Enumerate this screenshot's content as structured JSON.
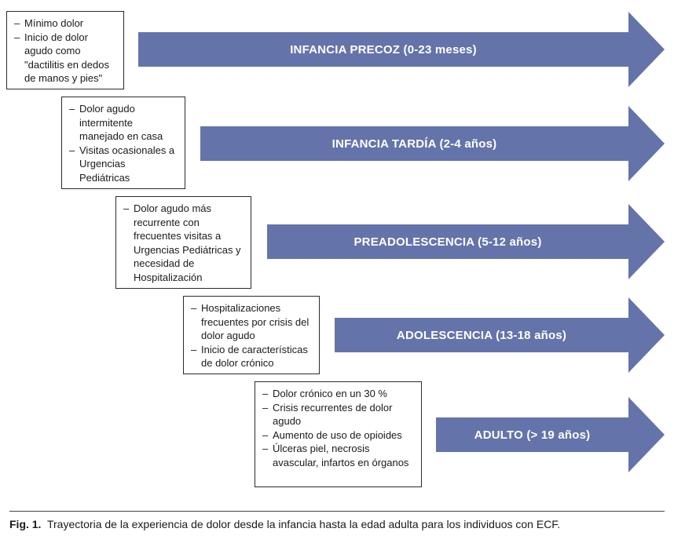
{
  "colors": {
    "arrow_fill": "#6474aa",
    "arrow_label": "#ffffff",
    "box_border": "#2a2a2a"
  },
  "stages": [
    {
      "label": "INFANCIA PRECOZ (0-23 meses)",
      "notes": [
        "Mínimo dolor",
        "Inicio de dolor agudo como \"dactilitis en dedos de manos y pies\""
      ]
    },
    {
      "label": "INFANCIA TARDÍA (2-4 años)",
      "notes": [
        "Dolor agudo intermitente manejado en casa",
        "Visitas ocasionales a Urgencias Pediátricas"
      ]
    },
    {
      "label": "PREADOLESCENCIA (5-12 años)",
      "notes": [
        "Dolor agudo más recurrente con frecuentes visitas a Urgencias Pediátricas y necesidad de Hospitalización"
      ]
    },
    {
      "label": "ADOLESCENCIA (13-18 años)",
      "notes": [
        "Hospitalizaciones frecuentes por crisis del dolor agudo",
        "Inicio de características de dolor crónico"
      ]
    },
    {
      "label": "ADULTO (> 19 años)",
      "notes": [
        "Dolor crónico en un 30 %",
        "Crisis recurrentes de dolor agudo",
        "Aumento de uso de opioides",
        "Úlceras piel, necrosis avascular, infartos en órganos"
      ]
    }
  ],
  "caption": {
    "prefix": "Fig. 1.",
    "text": "Trayectoria de la experiencia de dolor desde la infancia hasta la edad adulta para los individuos con ECF."
  }
}
